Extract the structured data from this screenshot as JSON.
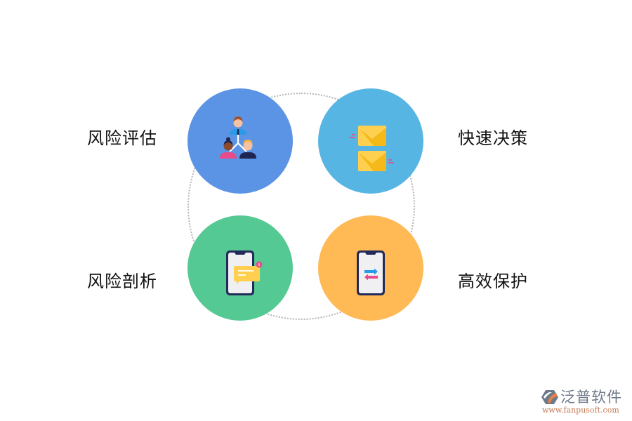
{
  "diagram": {
    "nodes": [
      {
        "id": "risk-assessment",
        "label": "风险评估",
        "icon": "team-hierarchy-icon",
        "color": "#5b94e4",
        "position": "top-left"
      },
      {
        "id": "quick-decision",
        "label": "快速决策",
        "icon": "envelopes-icon",
        "color": "#56b5e3",
        "position": "top-right"
      },
      {
        "id": "risk-analysis",
        "label": "风险剖析",
        "icon": "phone-message-icon",
        "color": "#55c993",
        "position": "bottom-left"
      },
      {
        "id": "efficient-protection",
        "label": "高效保护",
        "icon": "phone-transfer-icon",
        "color": "#ffb955",
        "position": "bottom-right"
      }
    ],
    "connector": {
      "style": "dotted-circle",
      "color": "#b5b5b5"
    }
  },
  "watermark": {
    "name": "泛普软件",
    "url": "www.fanpusoft.com"
  }
}
